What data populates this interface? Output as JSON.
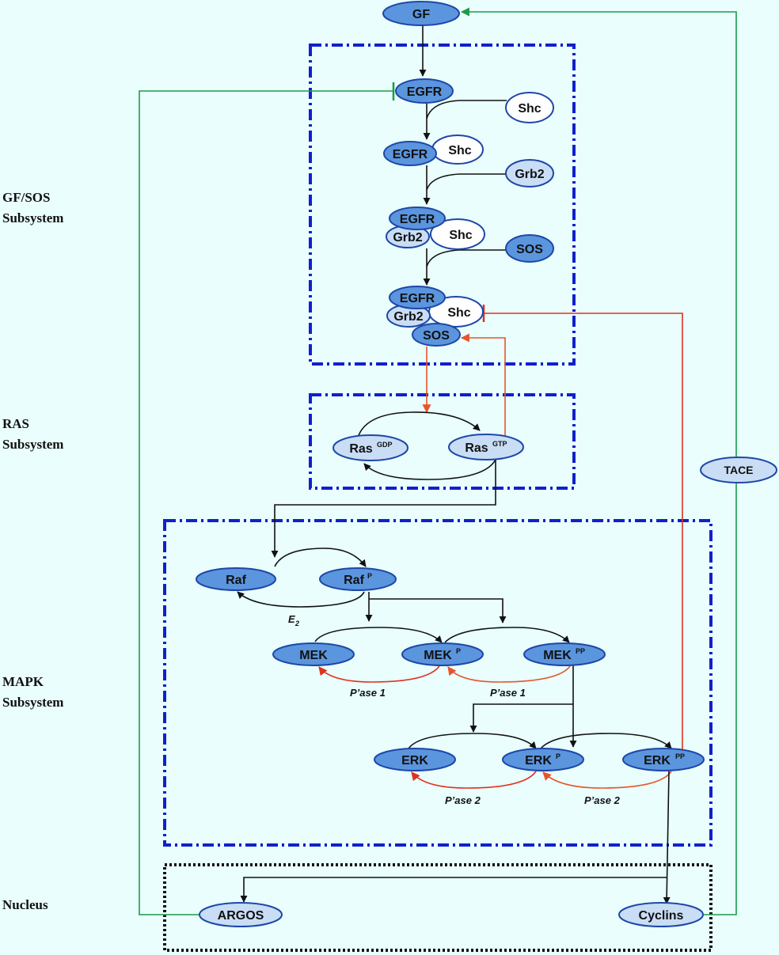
{
  "subsystems": {
    "gf_sos": [
      "GF/SOS",
      "Subsystem"
    ],
    "ras": [
      "RAS",
      "Subsystem"
    ],
    "mapk": [
      "MAPK",
      "Subsystem"
    ],
    "nucleus": [
      "Nucleus"
    ]
  },
  "nodes": {
    "gf": "GF",
    "egfr": "EGFR",
    "shc": "Shc",
    "grb2": "Grb2",
    "sos": "SOS",
    "ras": "Ras",
    "ras_gdp_sup": "GDP",
    "ras_gtp_sup": "GTP",
    "raf": "Raf",
    "p_sup": "P",
    "pp_sup": "PP",
    "mek": "MEK",
    "erk": "ERK",
    "tace": "TACE",
    "argos": "ARGOS",
    "cyclins": "Cyclins"
  },
  "edge_labels": {
    "e2": "E",
    "e2_sub": "2",
    "pase1": "P’ase 1",
    "pase2": "P’ase 2"
  },
  "colors": {
    "background": "#e9fefd",
    "node_dark": "#5b95dd",
    "node_light": "#c9ddf5",
    "node_border": "#1d47a8",
    "box_blue": "#1020cc",
    "activation_green": "#1d9a4a",
    "inhibition_red": "#e0301e",
    "feedback_orange": "#e8552a"
  }
}
